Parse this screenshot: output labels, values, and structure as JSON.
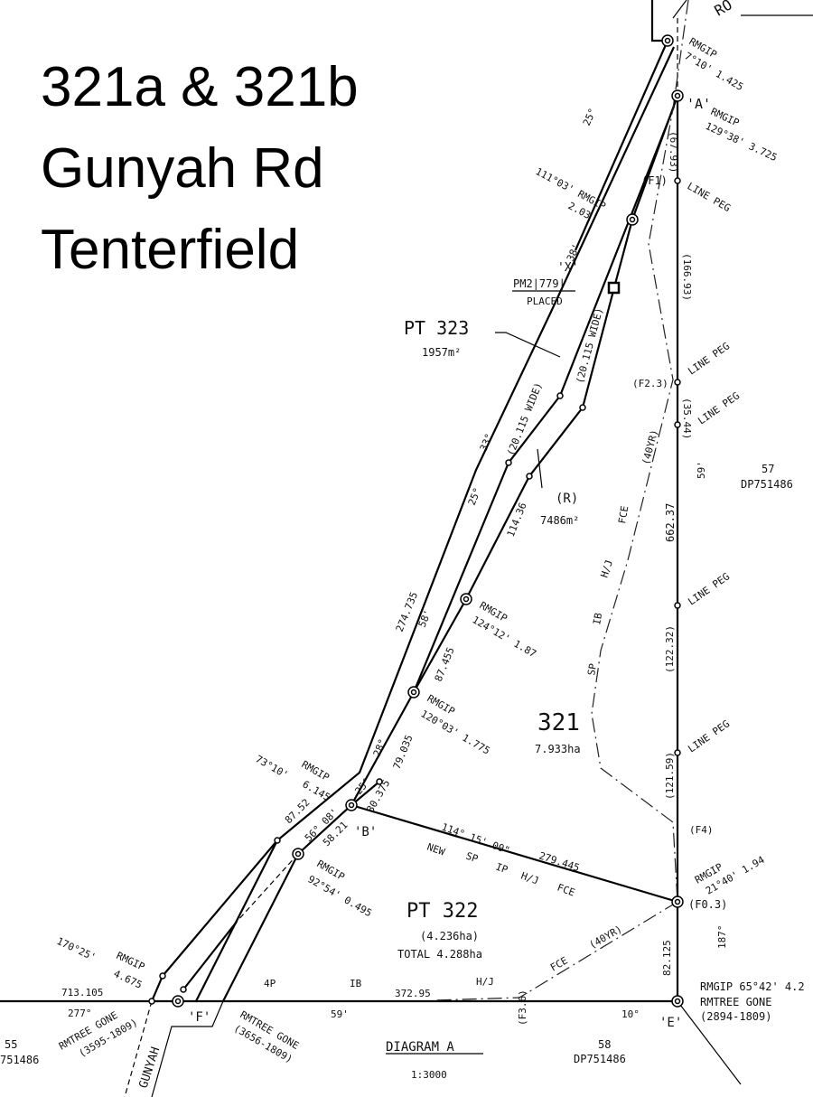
{
  "title": {
    "line1": "321a & 321b",
    "line2": "Gunyah Rd",
    "line3": "Tenterfield"
  },
  "labels": {
    "road_top": "RO",
    "rmgip_top": "RMGIP",
    "rmgip_top_val": "7°10' 1.425",
    "pt_a": "'A'",
    "rmgip_a": "RMGIP",
    "rmgip_a_val": "129°38' 3.725",
    "deg25_top": "25°",
    "rmgip_x": "111°03' RMGIP",
    "rmgip_x_val": "2.03",
    "d6793": "(67.93)",
    "f1": "(F1)",
    "linepeg1": "LINE PEG",
    "min38": "38'",
    "pt_x": "'X'",
    "pm": "PM2|779|",
    "placed": "PLACED",
    "d16693": "(166.93)",
    "pt323": "PT 323",
    "pt323_area": "1957m²",
    "wide1": "(20.115 WIDE)",
    "wide2": "(20.115 WIDE)",
    "linepeg2": "LINE PEG",
    "f23": "(F2.3)",
    "d3544": "(35.44)",
    "linepeg3": "LINE PEG",
    "deg33": "33°",
    "deg25_mid": "25°",
    "d11436": "114.36",
    "r": "(R)",
    "r_area": "7486m²",
    "yr40_a": "(40YR)",
    "fce_a": "FCE",
    "hj_a": "H/J",
    "ib_a": "IB",
    "sp_a": "SP",
    "min59_e": "59'",
    "lot57": "57",
    "dp57": "DP751486",
    "d66237": "662.37",
    "linepeg4": "LINE PEG",
    "d12232": "(122.32)",
    "linepeg5": "LINE PEG",
    "d12159": "(121.59)",
    "f4": "(F4)",
    "rmgip_124": "RMGIP",
    "rmgip_124_val": "124°12' 1.87",
    "d274735": "274.735",
    "min58": "58'",
    "d87455": "87.455",
    "rmgip_120": "RMGIP",
    "rmgip_120_val": "120°03' 1.775",
    "lot321": "321",
    "lot321_area": "7.933ha",
    "d79035": "79.035",
    "deg28": "28°",
    "d30375": "30.375",
    "deg25_b": "25°",
    "a7310": "73°10'",
    "rmgip_73": "RMGIP",
    "rmgip_73_val": "6.145",
    "d8752": "87.52",
    "a5608": "56° 08'",
    "d5821": "58.21",
    "pt_b": "'B'",
    "rmgip_92": "RMGIP",
    "rmgip_92_val": "92°54' 0.495",
    "bearing_b": "114° 15' 00\"",
    "new": "NEW",
    "sp_b": "SP",
    "ip_b": "IP",
    "hj_b": "H/J",
    "d279445": "279.445",
    "fce_b": "FCE",
    "rmgip_21": "RMGIP",
    "rmgip_21_val": "21°40' 1.94",
    "f03": "(F0.3)",
    "pt322": "PT 322",
    "pt322_area": "(4.236ha)",
    "pt322_total": "TOTAL 4.288ha",
    "yr40_b": "(40YR)",
    "fce_c": "FCE",
    "hj_c": "H/J",
    "d37295": "372.95",
    "ib_c": "IB",
    "p4": "4P",
    "d82125": "82.125",
    "deg187": "187°",
    "a17025": "170°25'",
    "rmgip_170": "RMGIP",
    "rmgip_170_val": "4.675",
    "d713105": "713.105",
    "deg277": "277°",
    "rmtree_w": "RMTREE GONE",
    "rmtree_w_ref": "(3595-1809)",
    "pt_f": "'F'",
    "gunyah": "GUNYAH",
    "rmtree_f": "RMTREE GONE",
    "rmtree_f_ref": "(3656-1809)",
    "min59_s": "59'",
    "diagram": "DIAGRAM A",
    "scale": "1:3000",
    "f36": "(F3.6)",
    "deg10": "10°",
    "lot58": "58",
    "dp58": "DP751486",
    "pt_e": "'E'",
    "rmgip_e": "RMGIP 65°42' 4.2",
    "rmtree_e": "RMTREE GONE",
    "rmtree_e_ref": "(2894-1809)",
    "lot55": "55",
    "dp55": "751486"
  }
}
